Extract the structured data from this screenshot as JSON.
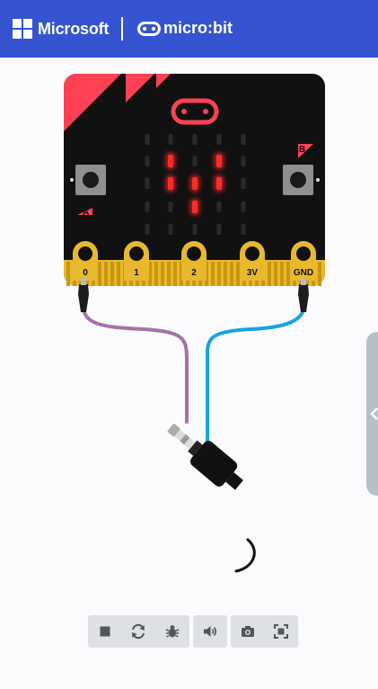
{
  "header": {
    "brand": "Microsoft",
    "product": "micro:bit",
    "background": "#3454d1"
  },
  "board": {
    "pins": [
      "0",
      "1",
      "2",
      "3V",
      "GND"
    ],
    "buttons": [
      "A",
      "B"
    ],
    "led_matrix": [
      [
        0,
        0,
        0,
        0,
        0
      ],
      [
        0,
        1,
        0,
        1,
        0
      ],
      [
        0,
        1,
        1,
        1,
        0
      ],
      [
        0,
        0,
        1,
        0,
        0
      ],
      [
        0,
        0,
        0,
        0,
        0
      ]
    ],
    "colors": {
      "body": "#111111",
      "accent": "#ff4154",
      "gold": "#e8b92e",
      "led_on": "#ff2b2b",
      "led_off": "#2a2a2a",
      "wire_purple": "#a572a3",
      "wire_blue": "#16a5dc"
    }
  },
  "toolbar": {
    "groups": [
      [
        "stop-icon",
        "restart-icon",
        "debug-icon"
      ],
      [
        "sound-icon"
      ],
      [
        "screenshot-icon",
        "fullscreen-icon"
      ]
    ]
  }
}
